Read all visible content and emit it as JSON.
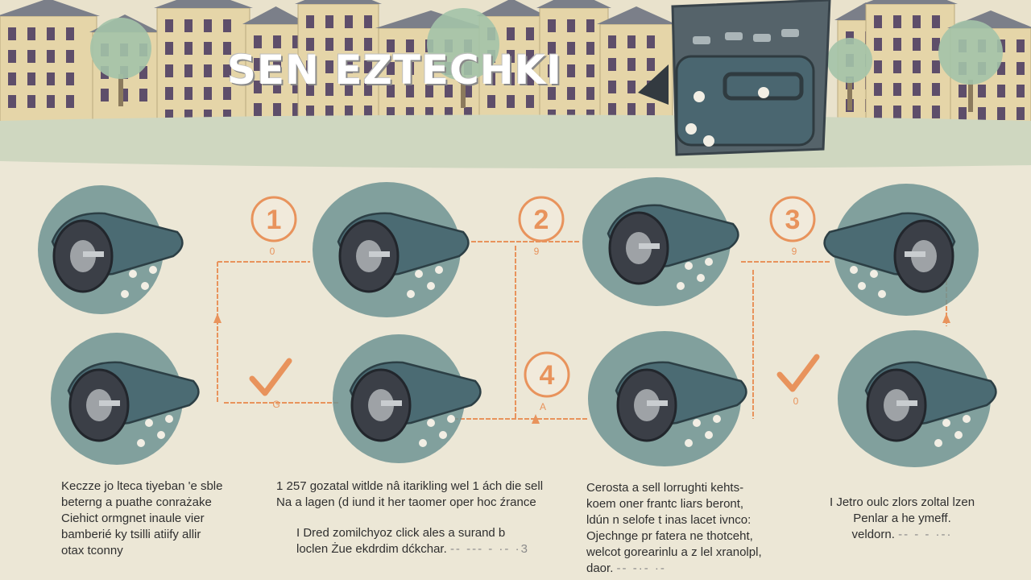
{
  "title": "SEN EZTECHKI",
  "steps": [
    {
      "number": "1",
      "sublabel": "0"
    },
    {
      "number": "2",
      "sublabel": "9"
    },
    {
      "number": "3",
      "sublabel": "9"
    },
    {
      "number": "4",
      "sublabel": "A"
    }
  ],
  "check_sublabels": [
    "G",
    "0"
  ],
  "captions": {
    "col1": [
      "Keczze jo lteca tiyeban 'e sble",
      "beterng a puathe conrażake",
      "Ciehict ormgnet inaule vier",
      "bamberié ky tsilli atiify allir",
      "otax tconny"
    ],
    "col2_top": [
      "1 257 gozatal witlde nâ itarikling wel 1 ách die sell",
      "Na a lagen (d iund it her taomer oper hoc źrance"
    ],
    "col2_bottom": [
      "I Dred zomilchyoz click ales a surand b",
      "loclen Żue ekdrdim dćkchar."
    ],
    "col2_bottom_tail": "-- --- - ·- ·3",
    "col3": [
      "Cerosta a sell lorrughti kehts-",
      "koem oner frantc liars beront,",
      "ldún n selofe t inas lacet ivnco:",
      "Ojechnge pr fatera ne thotceht,",
      "welcot gorearinlu a z lel xranolpl,",
      "daor."
    ],
    "col3_tail": "-- -·- ·-",
    "col4": [
      "I Jetro oulc zlors zoltal lzen",
      "Penlar a he ymeff.",
      "veldorn."
    ],
    "col4_tail": "-- - - ·-·"
  },
  "colors": {
    "background": "#ece7d6",
    "ground": "#cfd7c0",
    "building": "#e5d5a8",
    "roof": "#7b7f89",
    "window": "#5e4e6a",
    "tree": "#a3c3a8",
    "circle_bg": "#6f9393",
    "vehicle_body": "#4b6b73",
    "tire": "#3b3f47",
    "hub": "#9ea2a6",
    "accent_orange": "#e8935c",
    "badge_fill": "#f1eadb",
    "sign_panel": "#55636a",
    "debris": "#f2eee4"
  }
}
